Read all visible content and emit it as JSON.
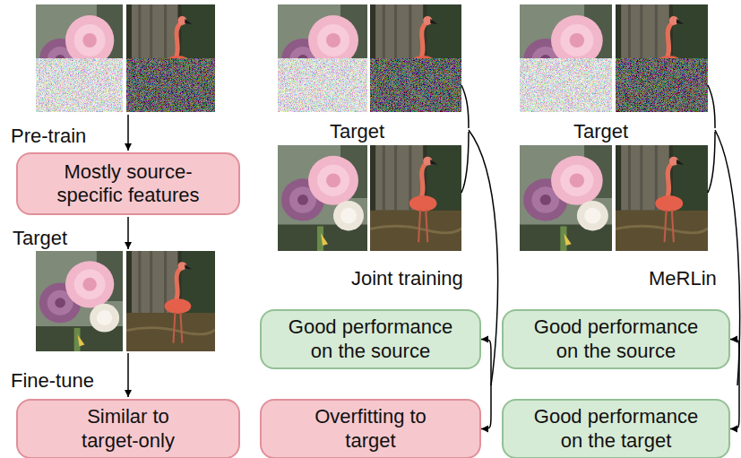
{
  "diagram": {
    "nodes": [
      {
        "text": [
          "Mostly source-specific features"
        ]
      },
      {
        "text": [
          "Similar to target-only"
        ]
      },
      {
        "text": [
          "Good performance on the source"
        ]
      },
      {
        "text": [
          "Overfitting to target"
        ]
      },
      {
        "text": [
          "Good performance on the source"
        ]
      },
      {
        "text": [
          "Good performance on the target"
        ]
      }
    ],
    "edges": [
      {
        "from": 2,
        "to": 3,
        "arrow": "both"
      },
      {
        "from": 4,
        "to": 5,
        "arrow": "both"
      }
    ],
    "labels": [
      "Pre-train",
      "Target",
      "Fine-tune",
      "Target",
      "Joint training",
      "Target",
      "MeRLin"
    ]
  }
}
